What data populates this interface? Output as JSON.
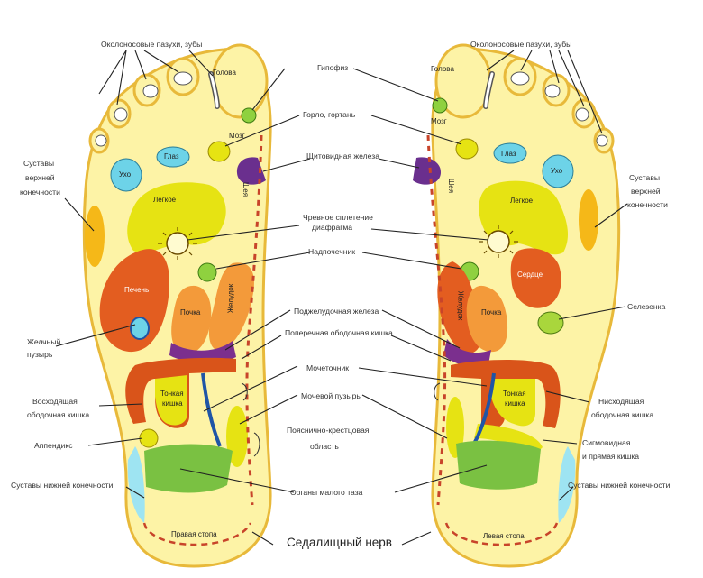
{
  "colors": {
    "foot_fill": "#fdf3a6",
    "foot_outline": "#e8b93a",
    "nerve_dash": "#c8442a",
    "liver": "#e35d20",
    "lung": "#e6e313",
    "heart": "#e35d20",
    "eye_ear": "#6dd3e8",
    "thyroid": "#6a2f8e",
    "intestine": "#d9541a",
    "pelvis": "#7ac142",
    "ureter": "#1f55a6",
    "kidney": "#f39a3a",
    "pituitary": "#8fd13f",
    "leader_line": "#222222"
  },
  "labels": {
    "sinuses_left": "Околоносовые пазухи, зубы",
    "sinuses_right": "Околоносовые пазухи, зубы",
    "pituitary": "Гипофиз",
    "throat": "Горло,  гортань",
    "thyroid": "Щитовидная железа",
    "solar_plexus_line1": "Чревное сплетение",
    "solar_plexus_line2": "диафрагма",
    "adrenal": "Надпочечник",
    "pancreas": "Поджелудочная железа",
    "transverse_colon": "Поперечная ободочная кишка",
    "ureter": "Мочеточник",
    "bladder": "Мочевой пузырь",
    "lumbosacral_line1": "Пояснично-крестцовая",
    "lumbosacral_line2": "область",
    "pelvic_organs": "Органы малого таза",
    "sciatic_nerve": "Седалищный нерв",
    "upper_limb_left_line1": "Суставы",
    "upper_limb_left_line2": "верхней",
    "upper_limb_left_line3": "конечности",
    "upper_limb_right_line1": "Суставы",
    "upper_limb_right_line2": "верхней",
    "upper_limb_right_line3": "конечности",
    "gallbladder_line1": "Желчный",
    "gallbladder_line2": "пузырь",
    "ascending_colon_line1": "Восходящая",
    "ascending_colon_line2": "ободочная кишка",
    "appendix": "Аппендикс",
    "lower_limb_left": "Суставы нижней конечности",
    "lower_limb_right": "Суставы нижней конечности",
    "spleen": "Селезенка",
    "descending_colon_line1": "Нисходящая",
    "descending_colon_line2": "ободочная кишка",
    "sigmoid_line1": "Сигмовидная",
    "sigmoid_line2": "и прямая кишка"
  },
  "right_foot": {
    "head": "Голова",
    "brain": "Мозг",
    "eye": "Глаз",
    "ear": "Ухо",
    "neck": "Шея",
    "lung": "Легкое",
    "liver": "Печень",
    "kidney": "Почка",
    "stomach": "Желудок",
    "small_intestine_line1": "Тонкая",
    "small_intestine_line2": "кишка",
    "foot_name": "Правая  стопа"
  },
  "left_foot": {
    "head": "Голова",
    "brain": "Мозг",
    "eye": "Глаз",
    "ear": "Ухо",
    "neck": "Шея",
    "lung": "Легкое",
    "heart": "Сердце",
    "kidney": "Почка",
    "stomach": "Желудок",
    "small_intestine_line1": "Тонкая",
    "small_intestine_line2": "кишка",
    "foot_name": "Левая  стопа"
  }
}
